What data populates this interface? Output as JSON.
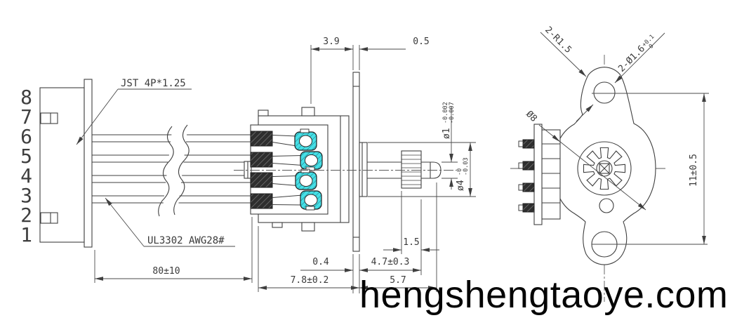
{
  "watermark": {
    "text": "hengshengtaoye.com"
  },
  "side_view": {
    "pins": [
      "8",
      "7",
      "6",
      "5",
      "4",
      "3",
      "2",
      "1"
    ],
    "connector_label": "JST 4P*1.25",
    "wire_label": "UL3302 AWG28#",
    "dim_cable_length": "80±10",
    "dim_body_width": "3.9",
    "dim_flange_thickness": "0.5",
    "dim_gap": "0.4",
    "dim_body_length": "7.8±0.2",
    "dim_gear_position": "4.7±0.3",
    "dim_shaft_length": "5.7",
    "dim_gear_width": "1.5",
    "shaft_dia": {
      "nom": "ø1",
      "up": "-0.002",
      "low": "-0.007"
    },
    "gear_dia": {
      "nom": "ø4",
      "up": "-0",
      "low": "-0.03"
    }
  },
  "front_view": {
    "ear_radius_label": "2-R1.5",
    "hole_dia": {
      "nom": "2-Ø1.6",
      "up": "+0.1",
      "low": "-0"
    },
    "body_dia_label": "Ø8",
    "mount_height_label": "11±0.5"
  },
  "colors": {
    "line": "#3f3f3f",
    "terminal_cyan": "#45dfe6",
    "hatch_dark": "#2e2e2e",
    "watermark": "#050505",
    "background": "#ffffff"
  }
}
